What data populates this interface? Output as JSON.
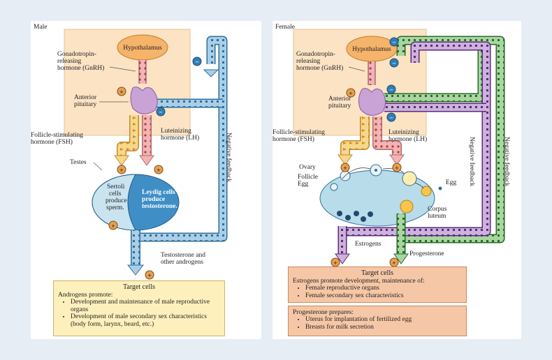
{
  "male": {
    "panel_label": "Male",
    "hypothalamus": "Hypothalamus",
    "gnrh": [
      "Gonadotropin-",
      "releasing",
      "hormone (GnRH)"
    ],
    "anterior_pituitary": [
      "Anterior",
      "pituitary"
    ],
    "fsh": [
      "Follicle-stimulating",
      "hormone (FSH)"
    ],
    "lh": [
      "Luteinizing",
      "hormone (LH)"
    ],
    "testes": "Testes",
    "sertoli": [
      "Sertoli",
      "cells",
      "produce",
      "sperm."
    ],
    "leydig": [
      "Leydig cells",
      "produce",
      "testosterone."
    ],
    "negative_feedback": "Negative feedback",
    "testosterone": [
      "Testosterone and",
      "other androgens"
    ],
    "target_title": "Target cells",
    "target_intro": "Androgens promote:",
    "target_items": [
      "Development and maintenance of male reproductive organs",
      "Development of male secondary sex characteristics (body form, larynx, beard, etc.)"
    ],
    "plus": "+",
    "minus": "−"
  },
  "female": {
    "panel_label": "Female",
    "hypothalamus": "Hypothalamus",
    "gnrh": [
      "Gonadotropin-",
      "releasing",
      "hormone (GnRH)"
    ],
    "anterior_pituitary": [
      "Anterior",
      "pituitary"
    ],
    "fsh": [
      "Follicle-stimulating",
      "hormone (FSH)"
    ],
    "lh": [
      "Luteinizing",
      "hormone (LH)"
    ],
    "ovary": "Ovary",
    "follicle": "Follicle",
    "egg_left": "Egg",
    "egg_right": "Egg",
    "corpus_luteum": [
      "Corpus",
      "luteum"
    ],
    "estrogens": "Estrogens",
    "progesterone": "Progesterone",
    "negative_feedback": "Negative feedback",
    "target_title": "Target cells",
    "target_intro": "Estrogens promote development, maintenance of:",
    "target_items": [
      "Female reproductive organs",
      "Female secondary sex characteristics"
    ],
    "prog_intro": "Progesterone prepares:",
    "prog_items": [
      "Uterus for implantation of fertilized egg",
      "Breasts for milk secretion"
    ],
    "plus": "+",
    "minus": "−"
  },
  "colors": {
    "background": "#e6edf4",
    "brain_box": "#fbe3c4",
    "hypothalamus": "#f6b46a",
    "pituitary": "#c9a3d6",
    "fsh_arrow": "#f6d88c",
    "lh_arrow": "#f2b4b4",
    "feedback_blue": "#a9cfe8",
    "feedback_purple": "#cdb2dc",
    "feedback_green": "#a8d5a0",
    "testes_light": "#c9e4ef",
    "leydig": "#3f8fc6",
    "ovary": "#b8dcea",
    "target_male": "#fdf0bc",
    "target_female": "#f6c7a6",
    "plus_circle": "#e8a04e",
    "minus_circle": "#2f7fb7"
  }
}
